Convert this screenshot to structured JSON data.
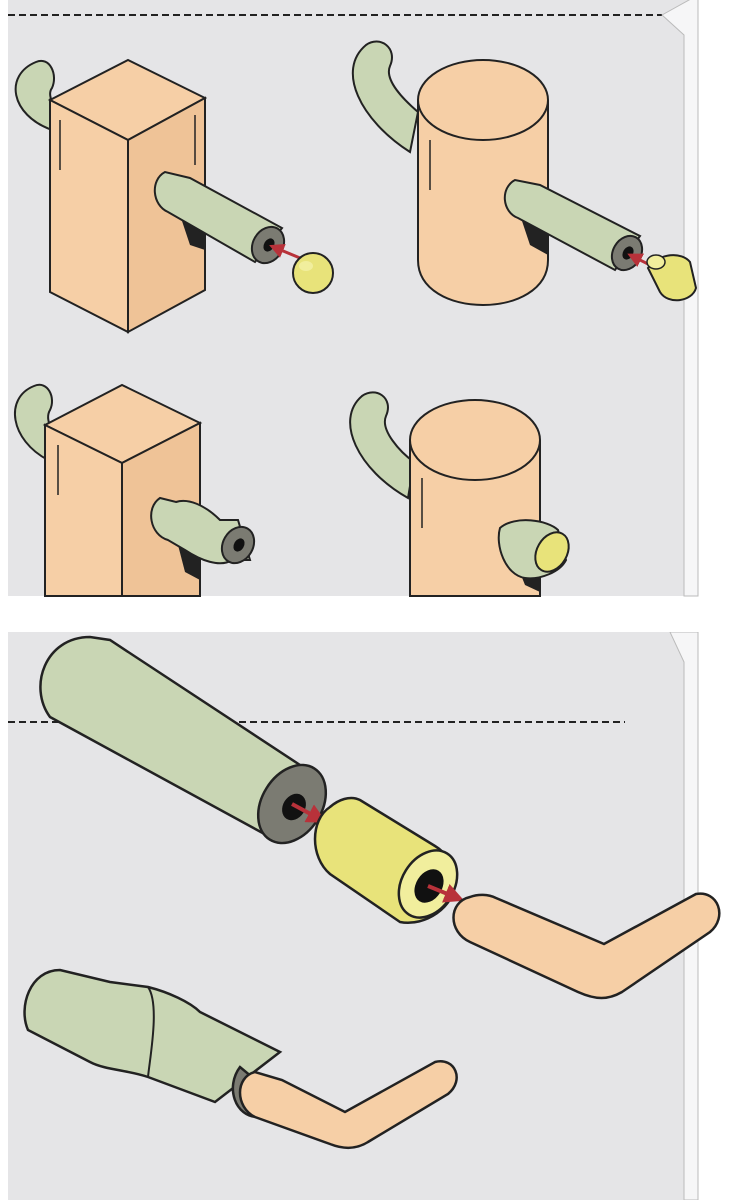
{
  "colors": {
    "panel_background": "#e5e5e7",
    "wood": "#f6cfa6",
    "wood_side": "#efc397",
    "hook": "#c9d6b4",
    "cap": "#e8e37a",
    "cap_light": "#f1ee9d",
    "bore": "#7b7b72",
    "arrow": "#b8323a",
    "handle": "#f6cfa6",
    "outline": "#222222"
  },
  "figures": [
    {
      "id": "square-post-ball-cap",
      "icon": "square-wooden-post-with-hook"
    },
    {
      "id": "round-post-cone-cap",
      "icon": "round-wooden-post-with-hook"
    },
    {
      "id": "square-post-fitted",
      "icon": "square-wooden-post-fitted-sleeve"
    },
    {
      "id": "round-post-fitted",
      "icon": "round-wooden-post-fitted-cap"
    },
    {
      "id": "tube-sleeve-handle",
      "icon": "tube-sleeve-bent-handle-exploded"
    },
    {
      "id": "tube-assembled",
      "icon": "tube-assembled-with-handle"
    }
  ]
}
